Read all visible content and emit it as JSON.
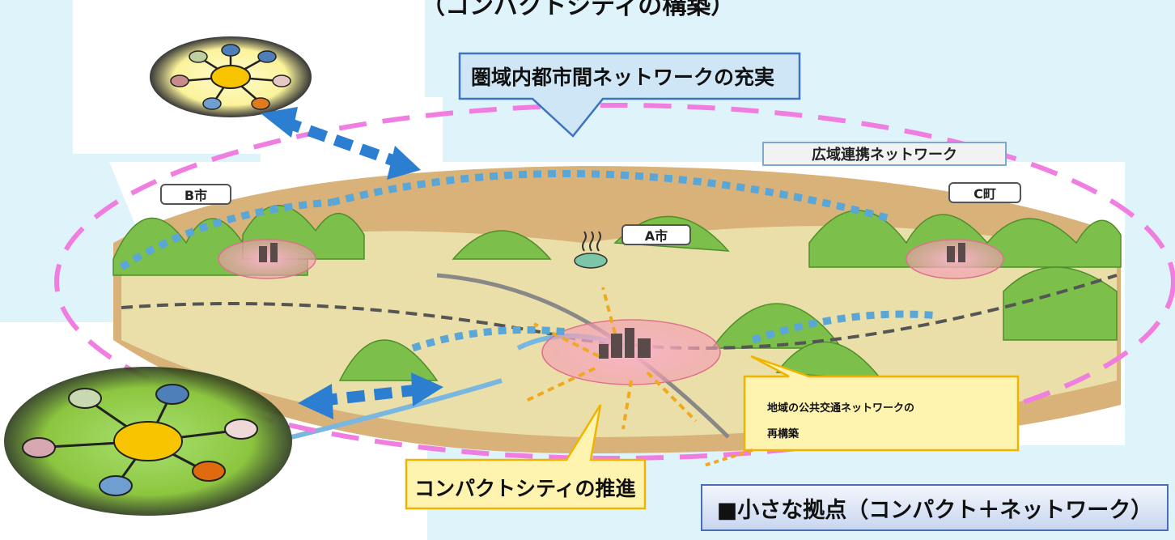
{
  "header": {
    "title_partial": "（コンパクトシティの構築）"
  },
  "callouts": {
    "network": "圏域内都市間ネットワークの充実",
    "public_transport_line1": "地域の公共交通ネットワークの",
    "public_transport_line2": "再構築",
    "compact": "コンパクトシティの推進"
  },
  "labels": {
    "wide_area": "広域連携ネットワーク",
    "city_a": "A市",
    "city_b": "B市",
    "town_c": "C町"
  },
  "footer": {
    "title": "■小さな拠点（コンパクト＋ネットワーク）"
  },
  "colors": {
    "background": "#dff3fb",
    "dashed_ellipse": "#f07ee0",
    "arrow_blue": "#2c7fd0",
    "callout_yellow": "#fff3b0",
    "callout_border": "#f0b400",
    "hill_green": "#7cbf4a",
    "ground": "#d9b27a"
  },
  "icons": [
    "hub-network-icon-small",
    "hub-network-icon-large",
    "onsen-icon"
  ]
}
